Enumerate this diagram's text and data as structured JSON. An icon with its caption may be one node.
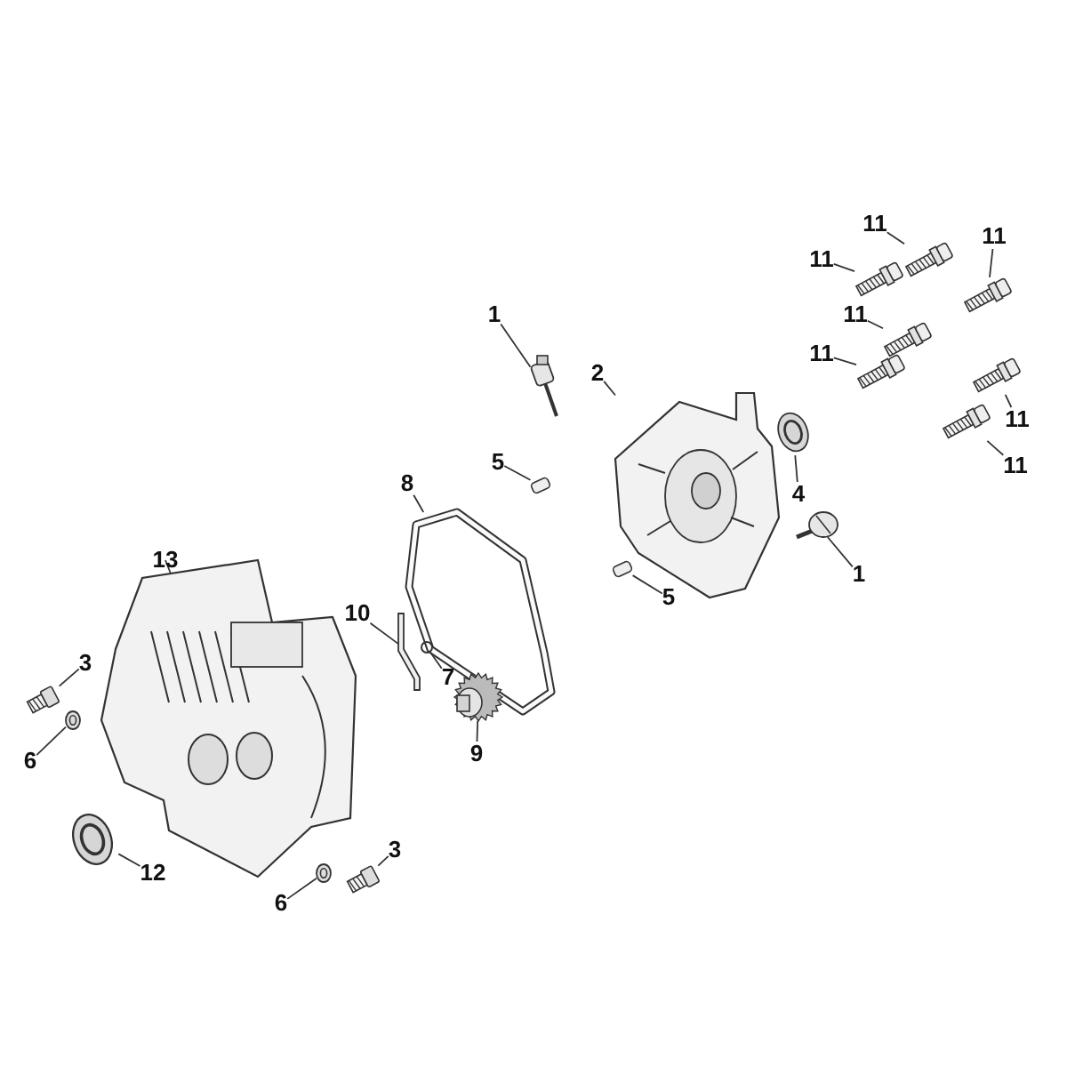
{
  "diagram": {
    "nodes": [
      {
        "text": [
          "11"
        ]
      },
      {
        "text": [],
        "shape": "picture"
      },
      {
        "text": [
          "11"
        ]
      },
      {
        "text": [],
        "shape": "picture"
      },
      {
        "text": [
          "11"
        ]
      },
      {
        "text": [],
        "shape": "picture"
      },
      {
        "text": [
          "1"
        ]
      },
      {
        "text": [],
        "shape": "picture"
      },
      {
        "text": [
          "11"
        ]
      },
      {
        "text": [],
        "shape": "picture"
      },
      {
        "text": [
          "11"
        ]
      },
      {
        "text": [],
        "shape": "picture"
      },
      {
        "text": [
          "2"
        ]
      },
      {
        "text": [],
        "shape": "picture"
      },
      {
        "text": [
          "11"
        ]
      },
      {
        "text": [],
        "shape": "picture"
      },
      {
        "text": [
          "11"
        ]
      },
      {
        "text": [],
        "shape": "picture"
      },
      {
        "text": [
          "5"
        ]
      },
      {
        "text": [],
        "shape": "cylinder"
      },
      {
        "text": [
          "4"
        ]
      },
      {
        "text": [],
        "shape": "picture"
      },
      {
        "text": [
          "8"
        ]
      },
      {
        "text": [],
        "shape": "picture"
      },
      {
        "text": [
          "13"
        ]
      },
      {
        "text": [],
        "shape": "picture"
      },
      {
        "text": [
          "1"
        ]
      },
      {
        "text": [],
        "shape": "picture"
      },
      {
        "text": [
          "5"
        ]
      },
      {
        "text": [],
        "shape": "cylinder"
      },
      {
        "text": [
          "10"
        ]
      },
      {
        "text": [],
        "shape": "picture"
      },
      {
        "text": [
          "3"
        ]
      },
      {
        "text": [],
        "shape": "picture"
      },
      {
        "text": [
          "7"
        ]
      },
      {
        "text": [],
        "shape": "circle"
      },
      {
        "text": [
          "9"
        ]
      },
      {
        "text": [],
        "shape": "picture"
      },
      {
        "text": [
          "6"
        ]
      },
      {
        "text": [],
        "shape": "picture"
      },
      {
        "text": [
          "3"
        ]
      },
      {
        "text": [],
        "shape": "picture"
      },
      {
        "text": [
          "12"
        ]
      },
      {
        "text": [],
        "shape": "picture"
      },
      {
        "text": [
          "6"
        ]
      },
      {
        "text": [],
        "shape": "picture"
      }
    ],
    "edges": [
      {
        "from": 0,
        "to": 1,
        "arrow": "none"
      },
      {
        "from": 2,
        "to": 3,
        "arrow": "none"
      },
      {
        "from": 4,
        "to": 5,
        "arrow": "none"
      },
      {
        "from": 6,
        "to": 7,
        "arrow": "none"
      },
      {
        "from": 8,
        "to": 9,
        "arrow": "none"
      },
      {
        "from": 10,
        "to": 11,
        "arrow": "none"
      },
      {
        "from": 12,
        "to": 13,
        "arrow": "none"
      },
      {
        "from": 14,
        "to": 15,
        "arrow": "none"
      },
      {
        "from": 16,
        "to": 17,
        "arrow": "none"
      },
      {
        "from": 18,
        "to": 19,
        "arrow": "none"
      },
      {
        "from": 20,
        "to": 21,
        "arrow": "none"
      },
      {
        "from": 22,
        "to": 23,
        "arrow": "none"
      },
      {
        "from": 24,
        "to": 25,
        "arrow": "none"
      },
      {
        "from": 26,
        "to": 27,
        "arrow": "none"
      },
      {
        "from": 28,
        "to": 29,
        "arrow": "none"
      },
      {
        "from": 30,
        "to": 31,
        "arrow": "none"
      },
      {
        "from": 32,
        "to": 33,
        "arrow": "none"
      },
      {
        "from": 34,
        "to": 35,
        "arrow": "none"
      },
      {
        "from": 36,
        "to": 37,
        "arrow": "none"
      },
      {
        "from": 38,
        "to": 39,
        "arrow": "none"
      },
      {
        "from": 40,
        "to": 41,
        "arrow": "none"
      },
      {
        "from": 42,
        "to": 43,
        "arrow": "none"
      },
      {
        "from": 44,
        "to": 45,
        "arrow": "none"
      }
    ]
  }
}
